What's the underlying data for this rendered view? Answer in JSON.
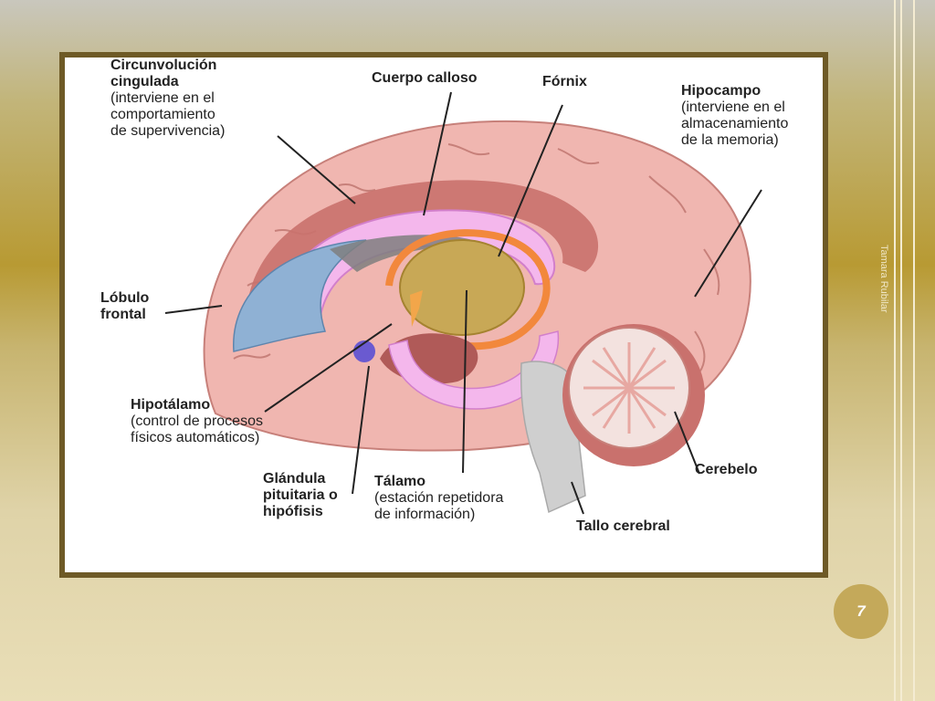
{
  "footer": {
    "author": "Tamara Rubilar",
    "page_number": "7"
  },
  "colors": {
    "frame": "#6e5a26",
    "cortex": "#f0b6b0",
    "corpus": "#f4b7ec",
    "ventricle": "#8fb1d4",
    "thalamus": "#c8a856",
    "fornix": "#f2883c",
    "cerebellum": "#e8ada7",
    "brainstem": "#cfcfcf",
    "pituitary": "#6a5ad0"
  },
  "labels": {
    "cingulate": {
      "title": [
        "Circunvolución",
        "cingulada"
      ],
      "desc": [
        "(interviene en el",
        "comportamiento",
        "de supervivencia)"
      ]
    },
    "corpus_callosum": {
      "title": "Cuerpo calloso"
    },
    "fornix": {
      "title": "Fórnix"
    },
    "hippocampus": {
      "title": "Hipocampo",
      "desc": [
        "(interviene en el",
        "almacenamiento",
        "de la memoria)"
      ]
    },
    "frontal_lobe": {
      "title": [
        "Lóbulo",
        "frontal"
      ]
    },
    "hypothalamus": {
      "title": "Hipotálamo",
      "desc": [
        "(control de procesos",
        "físicos automáticos)"
      ]
    },
    "pituitary": {
      "title": [
        "Glándula",
        "pituitaria o",
        "hipófisis"
      ]
    },
    "thalamus": {
      "title": "Tálamo",
      "desc": [
        "(estación repetidora",
        "de información)"
      ]
    },
    "cerebellum": {
      "title": "Cerebelo"
    },
    "brainstem": {
      "title": "Tallo cerebral"
    }
  }
}
